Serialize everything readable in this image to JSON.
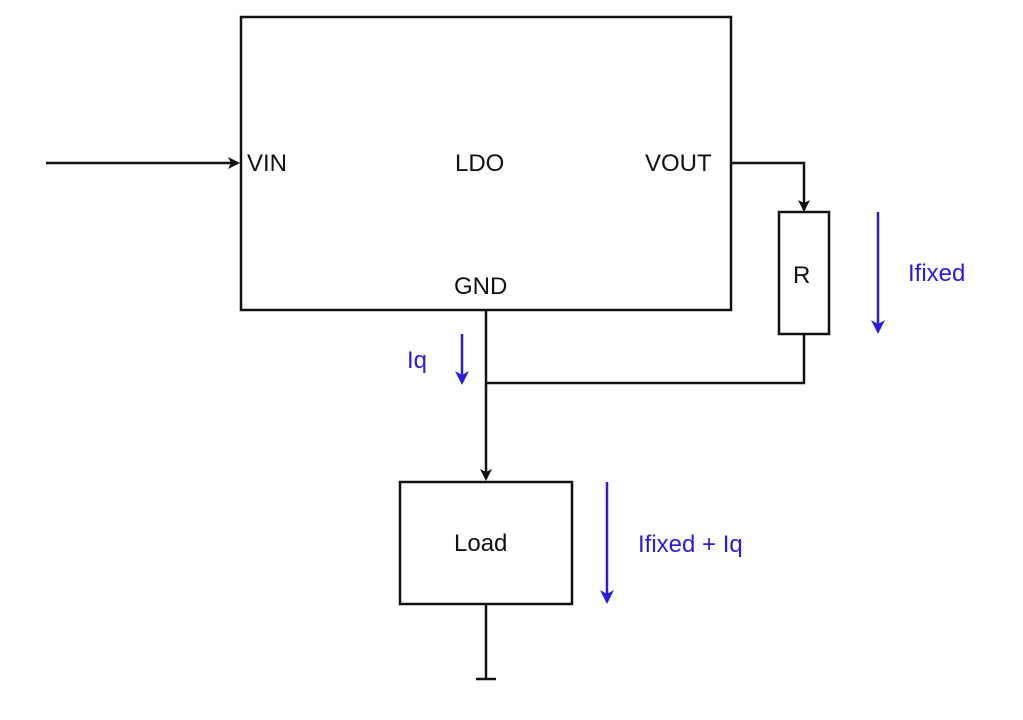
{
  "ldo": {
    "vin_label": "VIN",
    "name": "LDO",
    "vout_label": "VOUT",
    "gnd_label": "GND"
  },
  "resistor": {
    "label": "R"
  },
  "load": {
    "label": "Load"
  },
  "currents": {
    "fixed": "Ifixed",
    "quiescent": "Iq",
    "total": "Ifixed + Iq"
  },
  "colors": {
    "wire": "#111111",
    "current_annotation": "#2a1be0"
  },
  "icons": [
    "ground-symbol"
  ]
}
